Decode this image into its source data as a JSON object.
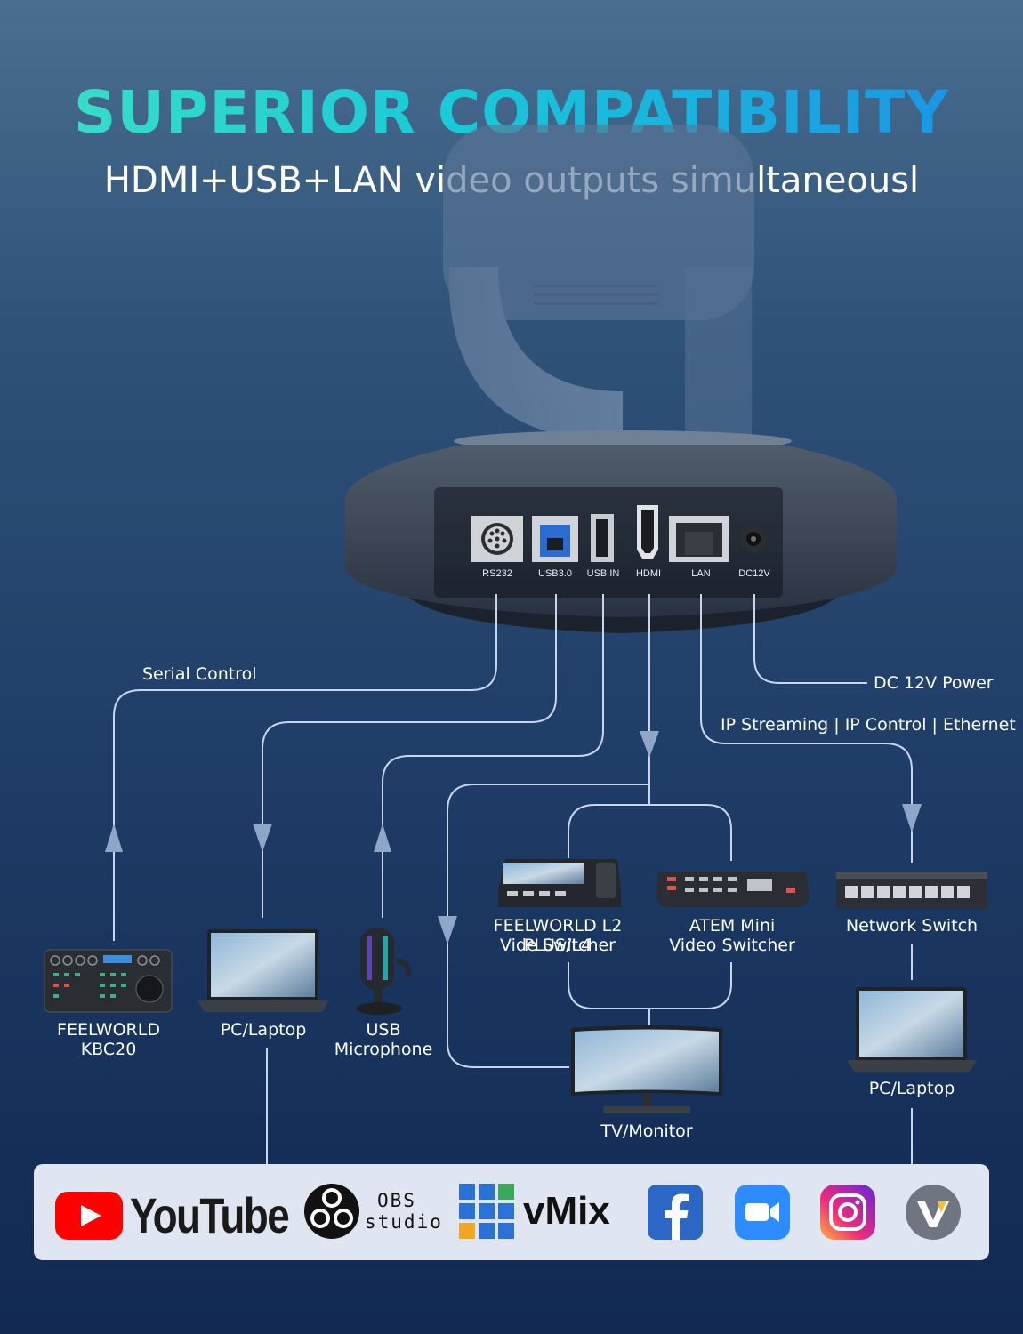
{
  "header": {
    "title": "SUPERIOR COMPATIBILITY",
    "subtitle": "HDMI+USB+LAN video outputs simultaneousl"
  },
  "ports": [
    {
      "label": "RS232"
    },
    {
      "label": "USB3.0"
    },
    {
      "label": "USB IN"
    },
    {
      "label": "HDMI"
    },
    {
      "label": "LAN"
    },
    {
      "label": "DC12V"
    }
  ],
  "connections": {
    "serial": "Serial Control",
    "power": "DC 12V Power",
    "ip": "IP Streaming | IP Control | Ethernet"
  },
  "devices": {
    "kbc20": "FEELWORLD KBC20",
    "pc_left": "PC/Laptop",
    "mic_line1": "USB",
    "mic_line2": "Microphone",
    "l2_line1": "FEELWORLD L2 PLUS/L4",
    "l2_line2": "Vide Switcher",
    "atem_line1": "ATEM Mini",
    "atem_line2": "Video Switcher",
    "switch": "Network Switch",
    "pc_right": "PC/Laptop",
    "monitor": "TV/Monitor"
  },
  "platforms": {
    "youtube": "YouTube",
    "obs_line1": "OBS",
    "obs_line2": "studio",
    "vmix": "vMix",
    "icons": [
      "youtube-icon",
      "obs-icon",
      "vmix-icon",
      "facebook-icon",
      "zoom-icon",
      "instagram-icon",
      "wirecast-icon"
    ]
  },
  "colors": {
    "title_start": "#3de0c4",
    "title_end": "#1a8fe6",
    "line": "#c9d6ea",
    "bar": "#dfe6f2"
  }
}
